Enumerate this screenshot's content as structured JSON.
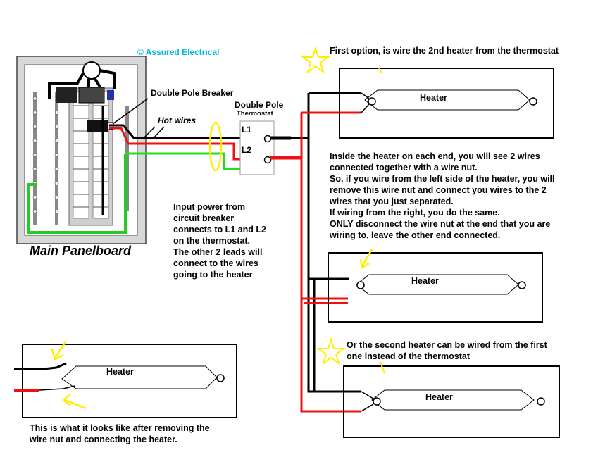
{
  "copyright": "© Assured Electrical",
  "panel": {
    "title": "Main Panelboard"
  },
  "labels": {
    "double_pole_breaker": "Double Pole Breaker",
    "hot_wires": "Hot wires",
    "thermostat_line1": "Double Pole",
    "thermostat_line2": "Thermostat",
    "l1": "L1",
    "l2": "L2"
  },
  "notes": {
    "first_option": "First option, is wire the 2nd heater from the thermostat",
    "inside_heater": [
      "Inside the heater on each end, you will see 2 wires",
      "connected together with a wire nut.",
      "So, if you wire from the left side of the heater, you will",
      "remove this wire nut and connect you wires to the 2",
      "wires that you just separated.",
      "If wiring from the right, you do the same.",
      "ONLY disconnect the wire nut at the end that you are",
      "wiring to, leave the other end connected."
    ],
    "input_power": [
      "Input power from",
      "circuit breaker",
      "connects to L1 and L2",
      "on the thermostat.",
      "The other 2 leads will",
      "connect to the wires",
      "going to the heater"
    ],
    "second_option": [
      "Or the second heater can be wired from the first",
      "one instead of the thermostat"
    ],
    "after_removing": [
      "This is what it looks like after removing the",
      "wire nut and connecting the heater."
    ]
  },
  "heaters": [
    {
      "label": "Heater"
    },
    {
      "label": "Heater"
    },
    {
      "label": "Heater"
    },
    {
      "label": "Heater"
    }
  ],
  "colors": {
    "hot_black": "#000000",
    "hot_red": "#ee1111",
    "ground_green": "#22dd22",
    "highlight_yellow": "#ffee00",
    "copyright_cyan": "#00b8e0"
  },
  "icons": [
    "star-icon",
    "arrow-icon"
  ]
}
